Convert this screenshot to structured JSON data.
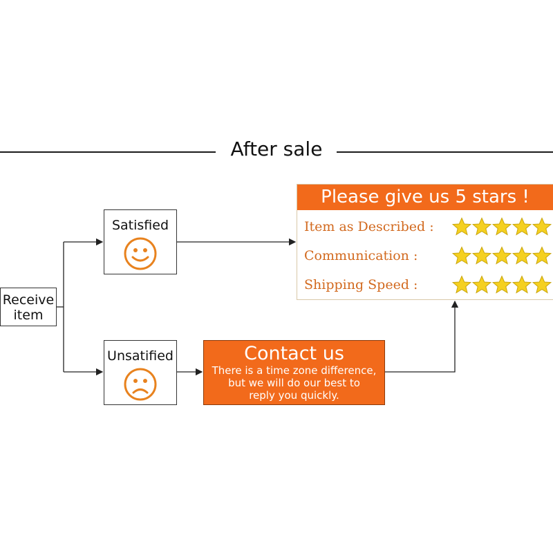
{
  "header": {
    "title": "After sale"
  },
  "flow": {
    "receive_line1": "Receive",
    "receive_line2": "item",
    "satisfied_label": "Satisfied",
    "unsatisfied_label": "Unsatified"
  },
  "contact": {
    "title": "Contact us",
    "line1": "There is a time zone difference,",
    "line2": "but we will do our best to",
    "line3": "reply you quickly."
  },
  "rating": {
    "header": "Please give us 5 stars !",
    "rows": [
      {
        "label": "Item as Described :",
        "stars": 5
      },
      {
        "label": "Communication :",
        "stars": 5
      },
      {
        "label": "Shipping Speed :",
        "stars": 5
      }
    ]
  },
  "colors": {
    "accent": "#f26a1b",
    "label_text": "#d2691e",
    "star_fill": "#f5d020",
    "face": "#e8821e"
  },
  "icons": {
    "satisfied": "smiley-face-icon",
    "unsatisfied": "sad-face-icon",
    "rating": "star-icon"
  }
}
